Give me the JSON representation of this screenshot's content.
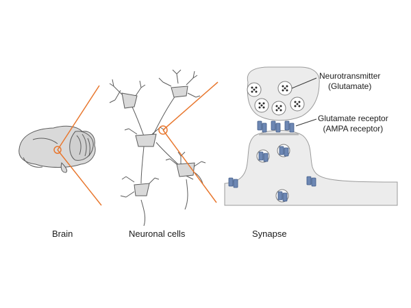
{
  "captions": {
    "brain": "Brain",
    "neuronal_cells": "Neuronal cells",
    "synapse": "Synapse"
  },
  "labels": {
    "neurotransmitter": "Neurotransmitter",
    "neurotransmitter_sub": "(Glutamate)",
    "receptor": "Glutamate receptor",
    "receptor_sub": "(AMPA receptor)"
  },
  "colors": {
    "zoom_line": "#e8772e",
    "cell_fill": "#d9d9d9",
    "cell_stroke": "#5a5a5a",
    "receptor": "#6d87b3",
    "synapse_fill": "#ececec"
  }
}
